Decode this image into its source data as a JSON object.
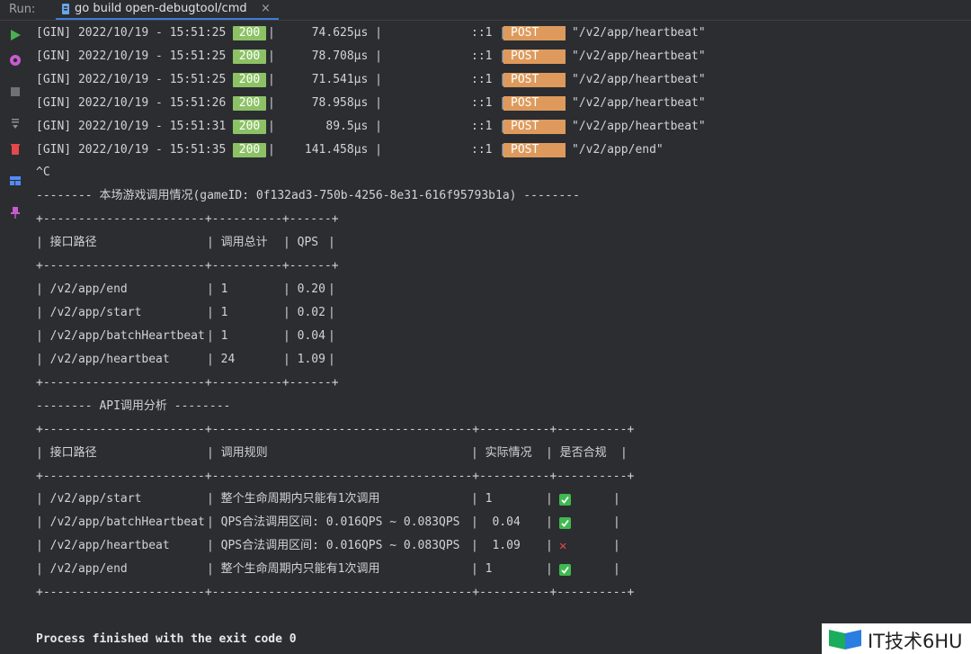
{
  "toolbar": {
    "run_label": "Run:",
    "tab_title": "go build open-debugtool/cmd",
    "tab_close": "×"
  },
  "sidebar": {
    "icons": [
      "play-icon",
      "settings-icon",
      "stop-icon",
      "scroll-to-end-icon",
      "trash-icon",
      "layout-icon",
      "pin-icon"
    ],
    "colors": {
      "play": "#4caf50",
      "settings": "#c65bcf",
      "stop": "#6e7277",
      "trash": "#e5484d",
      "layout": "#548af7",
      "pin": "#c65bcf"
    }
  },
  "log": {
    "rows": [
      {
        "prefix": "[GIN] 2022/10/19 - 15:51:25 |",
        "status": "200",
        "latency": "74.625µs |",
        "ip": "::1 |",
        "method": "POST",
        "path": "\"/v2/app/heartbeat\""
      },
      {
        "prefix": "[GIN] 2022/10/19 - 15:51:25 |",
        "status": "200",
        "latency": "78.708µs |",
        "ip": "::1 |",
        "method": "POST",
        "path": "\"/v2/app/heartbeat\""
      },
      {
        "prefix": "[GIN] 2022/10/19 - 15:51:25 |",
        "status": "200",
        "latency": "71.541µs |",
        "ip": "::1 |",
        "method": "POST",
        "path": "\"/v2/app/heartbeat\""
      },
      {
        "prefix": "[GIN] 2022/10/19 - 15:51:26 |",
        "status": "200",
        "latency": "78.958µs |",
        "ip": "::1 |",
        "method": "POST",
        "path": "\"/v2/app/heartbeat\""
      },
      {
        "prefix": "[GIN] 2022/10/19 - 15:51:31 |",
        "status": "200",
        "latency": "89.5µs |",
        "ip": "::1 |",
        "method": "POST",
        "path": "\"/v2/app/heartbeat\""
      },
      {
        "prefix": "[GIN] 2022/10/19 - 15:51:35 |",
        "status": "200",
        "latency": "141.458µs |",
        "ip": "::1 |",
        "method": "POST",
        "path": "\"/v2/app/end\""
      }
    ],
    "pipe": "|",
    "status_color": "#8cc265",
    "method_color": "#de9a5c"
  },
  "console": {
    "interrupt": "^C",
    "summary_header": "-------- 本场游戏调用情况(gameID: 0f132ad3-750b-4256-8e31-616f95793b1a) --------",
    "border1": "+-----------------------+----------+------+",
    "t1_header": [
      "| 接口路径",
      "| 调用总计",
      "| QPS",
      "|"
    ],
    "t1_rows": [
      {
        "path": "| /v2/app/end",
        "total": "| 1",
        "qps": "| 0.20",
        "end": "|"
      },
      {
        "path": "| /v2/app/start",
        "total": "| 1",
        "qps": "| 0.02",
        "end": "|"
      },
      {
        "path": "| /v2/app/batchHeartbeat",
        "total": "| 1",
        "qps": "| 0.04",
        "end": "|"
      },
      {
        "path": "| /v2/app/heartbeat",
        "total": "| 24",
        "qps": "| 1.09",
        "end": "|"
      }
    ],
    "analysis_header": "-------- API调用分析 --------",
    "border2": "+-----------------------+-------------------------------------+----------+----------+",
    "t2_header": [
      "| 接口路径",
      "| 调用规则",
      "| 实际情况",
      "| 是否合规",
      "|"
    ],
    "t2_rows": [
      {
        "path": "| /v2/app/start",
        "rule": "| 整个生命周期内只能有1次调用",
        "actual": "| 1",
        "sep": "|",
        "ok": true,
        "end": "|"
      },
      {
        "path": "| /v2/app/batchHeartbeat",
        "rule": "| QPS合法调用区间: 0.016QPS ~ 0.083QPS",
        "actual": "|  0.04",
        "sep": "|",
        "ok": true,
        "end": "|"
      },
      {
        "path": "| /v2/app/heartbeat",
        "rule": "| QPS合法调用区间: 0.016QPS ~ 0.083QPS",
        "actual": "|  1.09",
        "sep": "|",
        "ok": false,
        "end": "|"
      },
      {
        "path": "| /v2/app/end",
        "rule": "| 整个生命周期内只能有1次调用",
        "actual": "| 1",
        "sep": "|",
        "ok": true,
        "end": "|"
      }
    ],
    "exit_message": "Process finished with the exit code 0"
  },
  "watermark": {
    "text": "IT技术6HU"
  }
}
